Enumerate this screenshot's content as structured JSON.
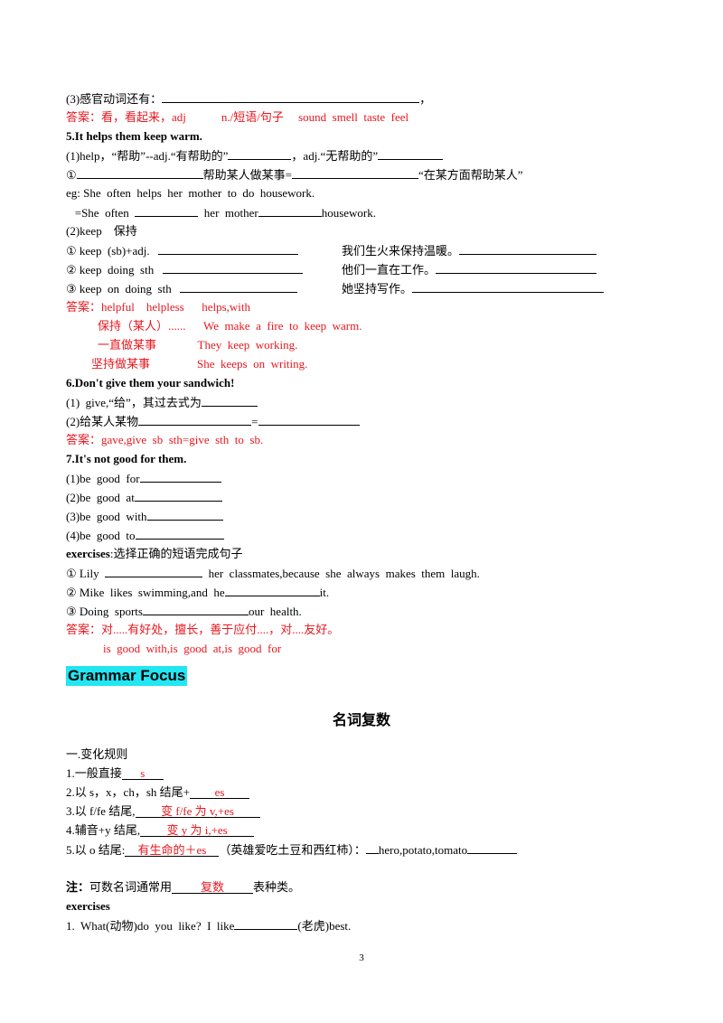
{
  "s3": {
    "line": "(3)感官动词还有：",
    "comma": "，",
    "answer": "答案：看，看起来，adj            n./短语/句子     sound  smell  taste  feel"
  },
  "s5": {
    "title": "5.It helps them keep warm.",
    "l1a": "(1)help，“帮助”--adj.“有帮助的”",
    "l1b": "，adj.“无帮助的”",
    "l2a": "①",
    "l2b": "帮助某人做某事=",
    "l2c": "“在某方面帮助某人”",
    "eg": "eg: She  often  helps  her  mother  to  do  housework.",
    "eg2a": "   =She  often  ",
    "eg2b": "  her  mother",
    "eg2c": "housework.",
    "keep": "(2)keep    保持",
    "k1": "① keep  (sb)+adj.",
    "k1cn": "我们生火来保持温暖。",
    "k2": "② keep  doing  sth",
    "k2cn": "他们一直在工作。",
    "k3": "③ keep  on  doing  sth",
    "k3cn": "她坚持写作。",
    "ans1": "答案：helpful    helpless      helps,with",
    "ans2": "保持（某人）......      We  make  a  fire  to  keep  warm.",
    "ans3": "一直做某事              They  keep  working.",
    "ans4": "坚持做某事                She  keeps  on  writing."
  },
  "s6": {
    "title": "6.Don't give them your sandwich!",
    "l1": "(1)  give,“给”，其过去式为",
    "l2": "(2)给某人某物",
    "l2eq": "=",
    "ans": "答案：gave,give  sb  sth=give  sth  to  sb."
  },
  "s7": {
    "title": "7.It's not good for them.",
    "p1": "(1)be  good  for",
    "p2": "(2)be  good  at",
    "p3": "(3)be  good  with",
    "p4": "(4)be  good  to",
    "ex_b": "exercises",
    "ex_t": ":选择正确的短语完成句子",
    "e1a": "① Lily  ",
    "e1b": "  her  classmates,because  she  always  makes  them  laugh.",
    "e2a": "② Mike  likes  swimming,and  he",
    "e2b": "it.",
    "e3a": "③ Doing  sports",
    "e3b": "our  health.",
    "ans1": "答案：对.....有好处，擅长，善于应付....，对....友好。",
    "ans2": "is  good  with,is  good  at,is  good  for"
  },
  "grammar": "Grammar  Focus",
  "plural": {
    "title": "名词复数",
    "rules_h": "一.变化规则",
    "r1a": "1.一般直接",
    "r1v": "s",
    "r2a": "2.以 s，x，ch，sh 结尾+",
    "r2v": "es",
    "r3a": "3.以 f/fe 结尾,",
    "r3v": "变 f/fe 为 v,+es",
    "r4a": "4.辅音+y 结尾,",
    "r4v": "变 y 为 i,+es",
    "r5a": "5.以 o 结尾:",
    "r5v": "有生命的＋es",
    "r5b": "（英雄爱吃土豆和西红柿）：",
    "r5c": "hero,potato,tomato",
    "note_b": "注：",
    "note_a": "可数名词通常用",
    "note_v": "复数",
    "note_c": "表种类。",
    "ex": "exercises",
    "q1a": "1.  What(动物)do  you  like?  I  like",
    "q1b": "(老虎)best."
  },
  "page_number": "3"
}
